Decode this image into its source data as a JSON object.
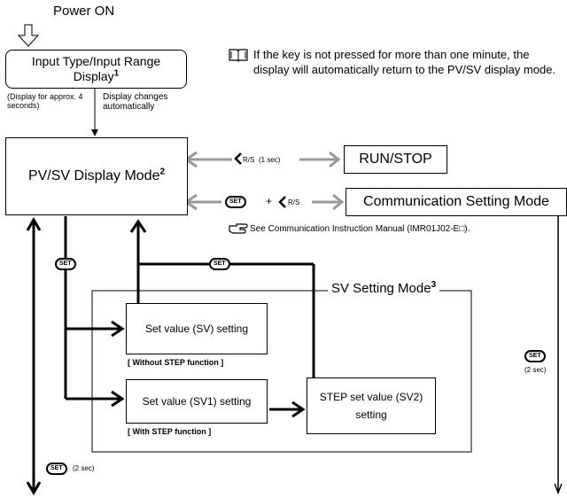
{
  "power_on": "Power ON",
  "input_type": {
    "line1": "Input Type/Input Range",
    "line2": "Display",
    "sup": "1"
  },
  "display_note": "(Display for approx. 4 seconds)",
  "auto_note": "Display changes automatically",
  "note_text": "If the key is not pressed for more than one minute, the display will automatically return to the PV/SV display mode.",
  "pvsv": {
    "label": "PV/SV Display Mode",
    "sup": "2"
  },
  "run_stop": "RUN/STOP",
  "comm_mode": "Communication Setting Mode",
  "rs_key": "R/S",
  "one_sec": "(1 sec)",
  "plus": "+",
  "see_manual": "See Communication Instruction Manual (IMR01J02-E□).",
  "set_key": "SET",
  "two_sec": "(2 sec)",
  "sv_setting_mode": {
    "label": "SV Setting Mode",
    "sup": "3"
  },
  "sv_setting": "Set value (SV) setting",
  "without_step": "[ Without STEP function ]",
  "sv1_setting": "Set value (SV1) setting",
  "with_step": "[ With STEP function ]",
  "step_sv2": {
    "line1": "STEP set value (SV2)",
    "line2": "setting"
  }
}
